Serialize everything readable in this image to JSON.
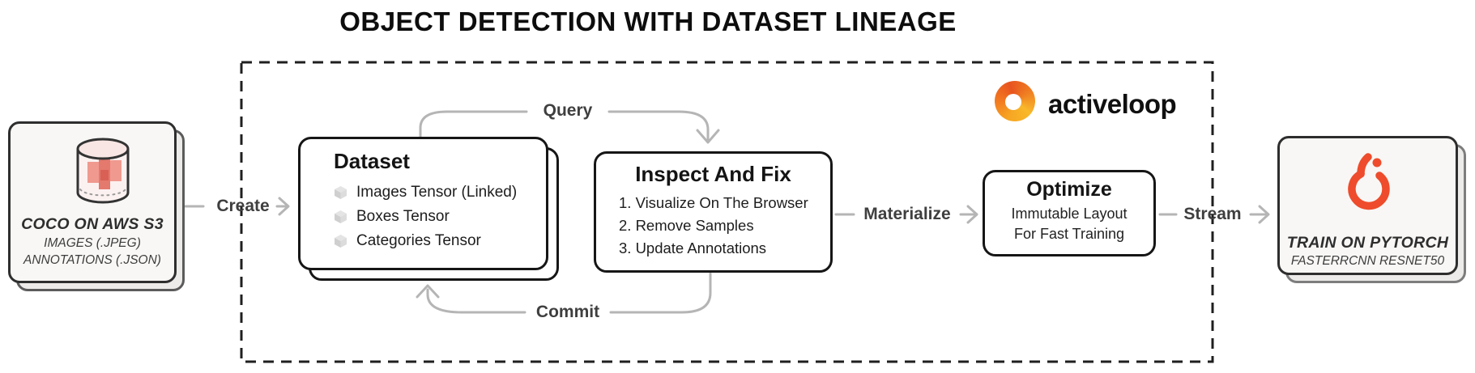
{
  "title": "OBJECT DETECTION WITH DATASET LINEAGE",
  "brand": {
    "wordmark": "activeloop"
  },
  "edges": {
    "create": "Create",
    "query": "Query",
    "commit": "Commit",
    "materialize": "Materialize",
    "stream": "Stream"
  },
  "source": {
    "title": "COCO ON AWS S3",
    "subtitle1": "IMAGES (.JPEG)",
    "subtitle2": "ANNOTATIONS (.JSON)"
  },
  "dataset": {
    "title": "Dataset",
    "items": [
      "Images Tensor (Linked)",
      "Boxes Tensor",
      "Categories Tensor"
    ]
  },
  "inspect": {
    "title": "Inspect And Fix",
    "items": [
      "1. Visualize On The Browser",
      "2. Remove Samples",
      "3. Update Annotations"
    ]
  },
  "optimize": {
    "title": "Optimize",
    "line1": "Immutable Layout",
    "line2": "For Fast Training"
  },
  "train": {
    "title": "TRAIN ON PYTORCH",
    "subtitle": "FASTERRCNN RESNET50"
  },
  "icons": {
    "source": "s3-bucket-cylinder-icon",
    "dataset_bullet": "cube-icon",
    "train": "pytorch-flame-icon",
    "brand": "activeloop-swirl-icon"
  },
  "colors": {
    "arrow_gray": "#b5b5b5",
    "label_gray": "#3f3f3f",
    "boundary_dash": "#1f1f1f",
    "card_bg": "#f8f7f5",
    "pytorch_orange": "#ee4c2c",
    "activeloop_orange": "#f37920",
    "bucket_pink": "#e8857b"
  }
}
